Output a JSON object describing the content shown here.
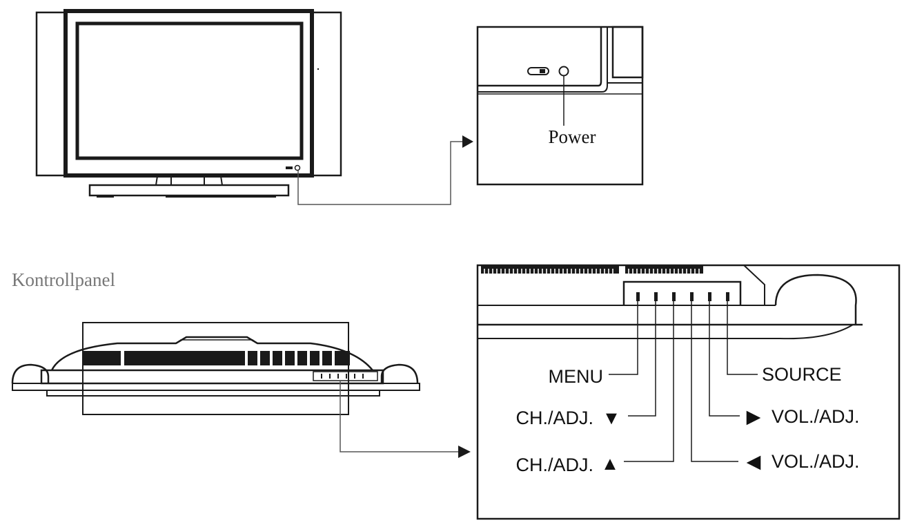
{
  "labels": {
    "power": "Power",
    "control_panel": "Kontrollpanel",
    "menu": "MENU",
    "source": "SOURCE",
    "ch_down": "CH./ADJ.",
    "ch_up": "CH./ADJ.",
    "vol_right": "VOL./ADJ.",
    "vol_left": "VOL./ADJ."
  },
  "arrows": {
    "ch_down": "▼",
    "ch_up": "▲",
    "vol_right": "▶",
    "vol_left": "◀"
  },
  "colors": {
    "line": "#1a1a1a",
    "fill_dark": "#1a1a1a",
    "caption_gray": "#777777"
  }
}
